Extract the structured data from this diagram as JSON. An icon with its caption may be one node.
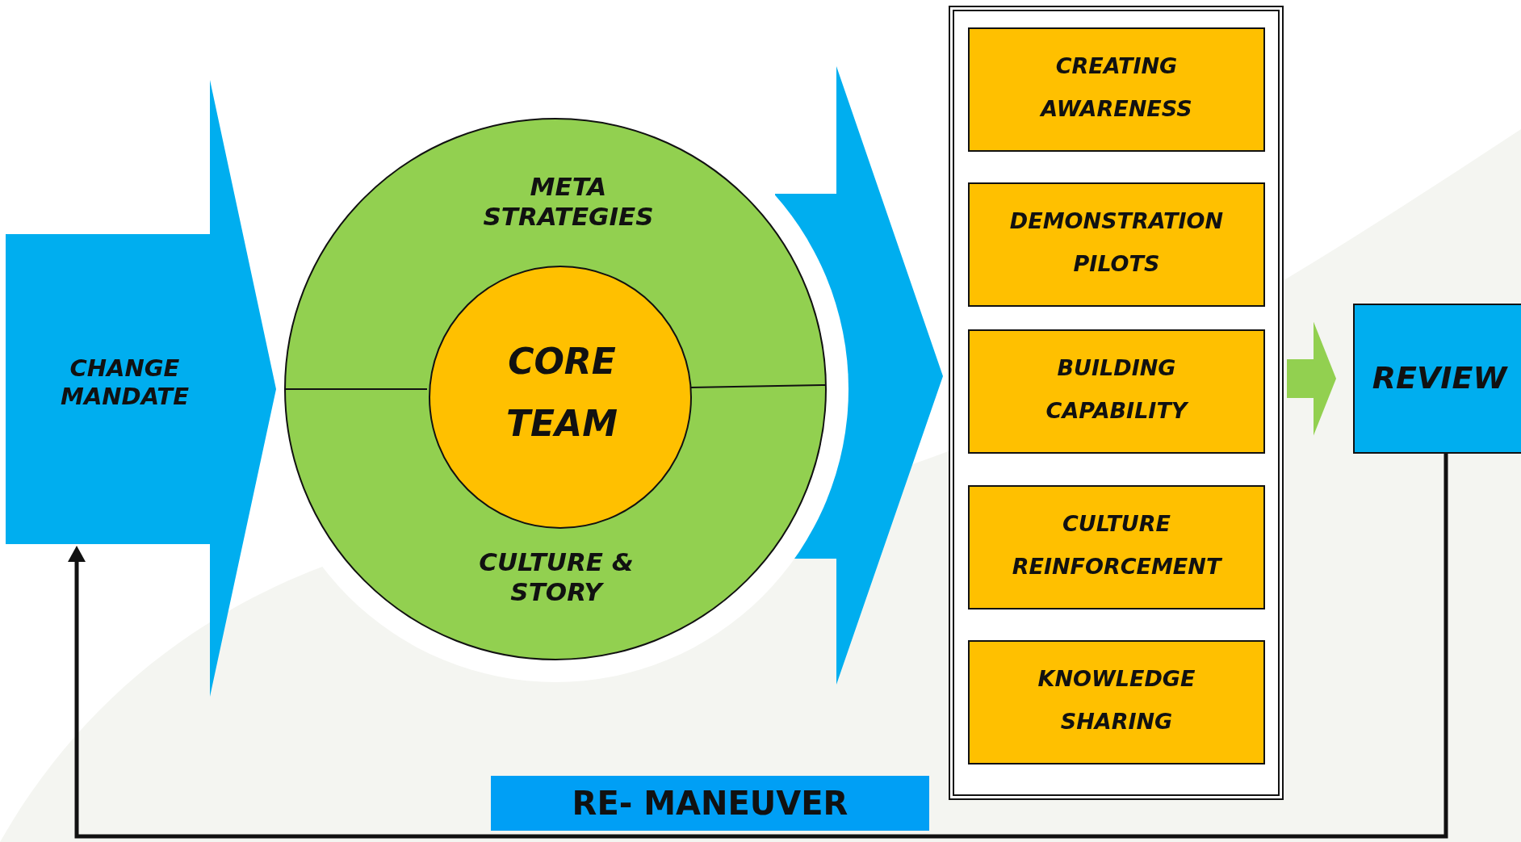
{
  "diagram": {
    "nodes": [
      {
        "text": [
          "CHANGE MANDATE"
        ]
      },
      {
        "text": [
          "META STRATEGIES",
          "CULTURE & STORY"
        ]
      },
      {
        "text": [
          "CORE TEAM"
        ],
        "in": 1
      },
      {
        "text": [],
        "shape": "arrow"
      },
      {
        "text": [],
        "shape": "box"
      },
      {
        "text": [
          "CREATING AWARENESS"
        ],
        "in": 4
      },
      {
        "text": [
          "DEMONSTRATION PILOTS"
        ],
        "in": 4
      },
      {
        "text": [
          "BUILDING CAPABILITY"
        ],
        "in": 4
      },
      {
        "text": [
          "CULTURE REINFORCEMENT"
        ],
        "in": 4
      },
      {
        "text": [
          "KNOWLEDGE SHARING"
        ],
        "in": 4
      },
      {
        "text": [
          "REVIEW"
        ]
      }
    ],
    "edges": [
      {
        "from": 4,
        "to": 10,
        "arrow": "to",
        "style": "thick",
        "color": "#92d050"
      },
      {
        "from": 10,
        "to": 0,
        "arrow": "to",
        "label": "RE- MANEUVER",
        "color": "#111111"
      }
    ]
  }
}
